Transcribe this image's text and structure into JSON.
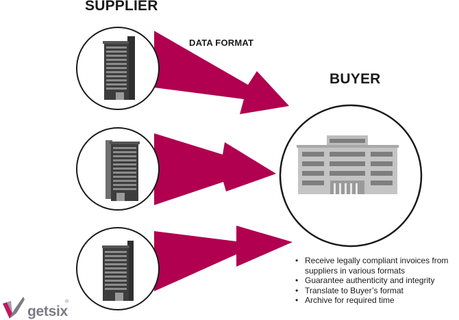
{
  "supplier_title": "SUPPLIER",
  "buyer_title": "BUYER",
  "format_label": "DATA FORMAT",
  "bullets": [
    "Receive legally compliant invoices from suppliers in various formats",
    "Guarantee authenticity and integrity",
    "Translate to Buyer’s format",
    "Archive for required time"
  ],
  "logo": {
    "text": "getsix",
    "registered": "®"
  },
  "colors": {
    "arrow": "#b0004f",
    "building_dark": "#3b3b3b",
    "building_light": "#9a9a9a",
    "text": "#1a1a1a",
    "logo": "#7b7b86"
  }
}
